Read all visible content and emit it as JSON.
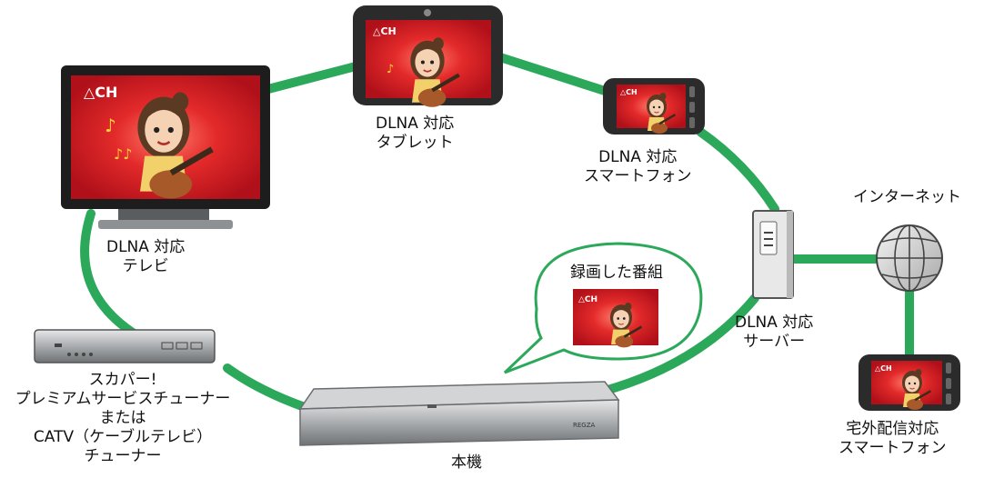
{
  "colors": {
    "link": "#2ca85a",
    "screen_red": "#d9202a",
    "device_gray": "#8a8d90",
    "frame_dark": "#222222"
  },
  "icons": {
    "tv": "tv-icon",
    "tablet": "tablet-icon",
    "phone": "smartphone-icon",
    "server": "server-icon",
    "globe": "internet-globe-icon",
    "tuner": "tuner-box-icon",
    "recorder": "recorder-icon",
    "balloon": "speech-balloon-icon"
  },
  "screen_logo": "△CH",
  "labels": {
    "tv": [
      "DLNA 対応",
      "テレビ"
    ],
    "tablet": [
      "DLNA 対応",
      "タブレット"
    ],
    "phone": [
      "DLNA 対応",
      "スマートフォン"
    ],
    "internet": [
      "インターネット"
    ],
    "server": [
      "DLNA 対応",
      "サーバー"
    ],
    "recorded": [
      "録画した番組"
    ],
    "recorder": [
      "本機"
    ],
    "remote_phone": [
      "宅外配信対応",
      "スマートフォン"
    ],
    "tuner": [
      "スカパー!",
      "プレミアムサービスチューナー",
      "または",
      "CATV（ケーブルテレビ）",
      "チューナー"
    ]
  },
  "brand_mark": "REGZA"
}
